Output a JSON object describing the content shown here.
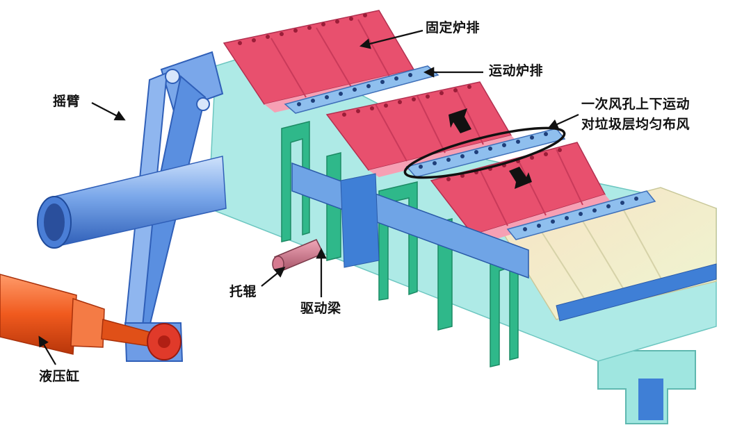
{
  "labels": {
    "fixed_grate": "固定炉排",
    "moving_grate": "运动炉排",
    "rocker_arm": "摇臂",
    "air_hole_line1": "一次风孔上下运动",
    "air_hole_line2": "对垃圾层均匀布风",
    "support_roller": "托辊",
    "drive_beam": "驱动梁",
    "hydraulic_cylinder": "液压缸"
  },
  "colors": {
    "fixed_grate": "#e8506e",
    "fixed_grate_holes": "#c0203c",
    "moving_grate": "#7fb0e4",
    "frame_green": "#2fb88a",
    "frame_cyan": "#9fe6e0",
    "drive_blue": "#3f7fd6",
    "hydraulic_orange": "#f05a1e",
    "cream_grate": "#f6f3c8",
    "arrow": "#111111"
  },
  "icons": {
    "direction_arrows": "up-down-arrows",
    "callout_arrows": "arrow-pointers"
  }
}
